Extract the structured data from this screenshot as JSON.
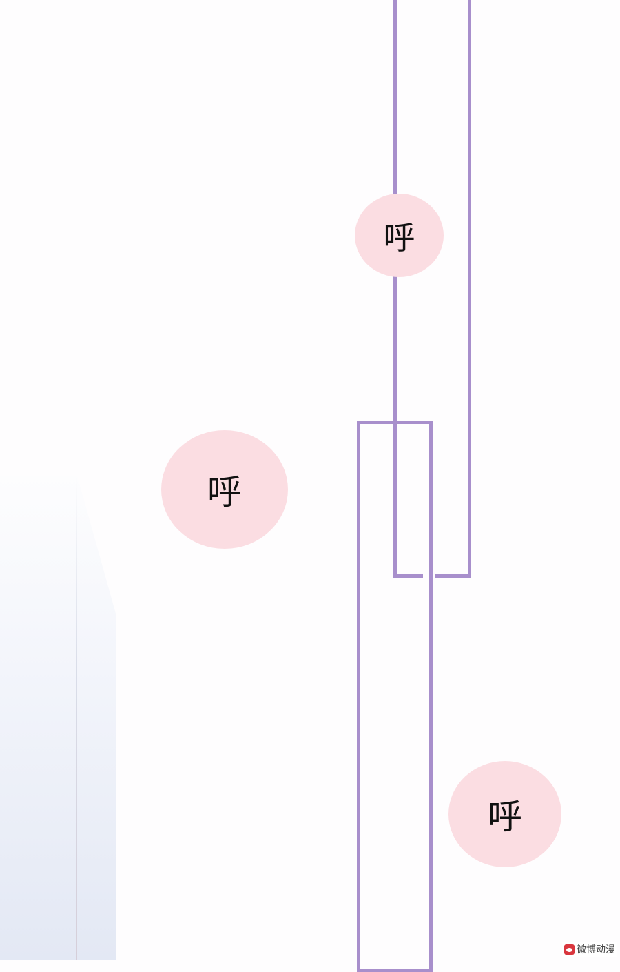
{
  "sound_effects": {
    "top": "呼",
    "middle": "呼",
    "bottom": "呼"
  },
  "watermark": {
    "text": "微博动漫"
  },
  "colors": {
    "panel_border": "#a88fcc",
    "bubble_fill": "#fbdde2",
    "background": "#fefdfe"
  }
}
